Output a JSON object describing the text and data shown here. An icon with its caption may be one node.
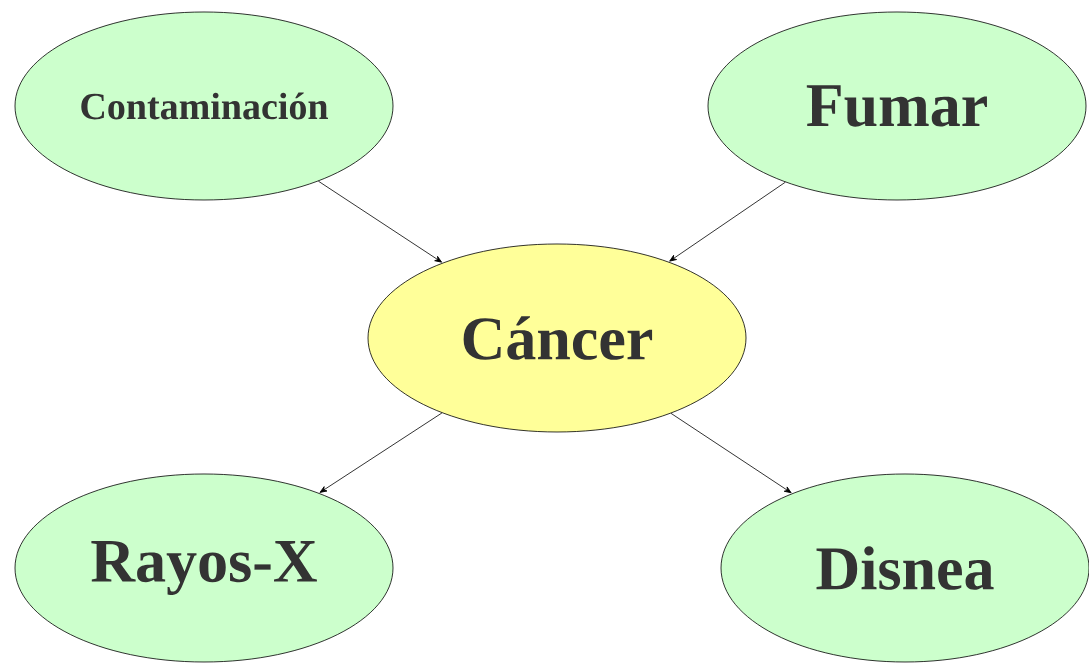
{
  "diagram": {
    "nodes": [
      {
        "text": [
          "Contaminación"
        ]
      },
      {
        "text": [
          "Fumar"
        ]
      },
      {
        "text": [
          "Cáncer"
        ]
      },
      {
        "text": [
          "Rayos-X"
        ]
      },
      {
        "text": [
          "Disnea"
        ]
      }
    ],
    "edges": [
      {
        "from": 0,
        "to": 2,
        "arrow": "to"
      },
      {
        "from": 1,
        "to": 2,
        "arrow": "to"
      },
      {
        "from": 2,
        "to": 3,
        "arrow": "to"
      },
      {
        "from": 2,
        "to": 4,
        "arrow": "to"
      }
    ]
  }
}
